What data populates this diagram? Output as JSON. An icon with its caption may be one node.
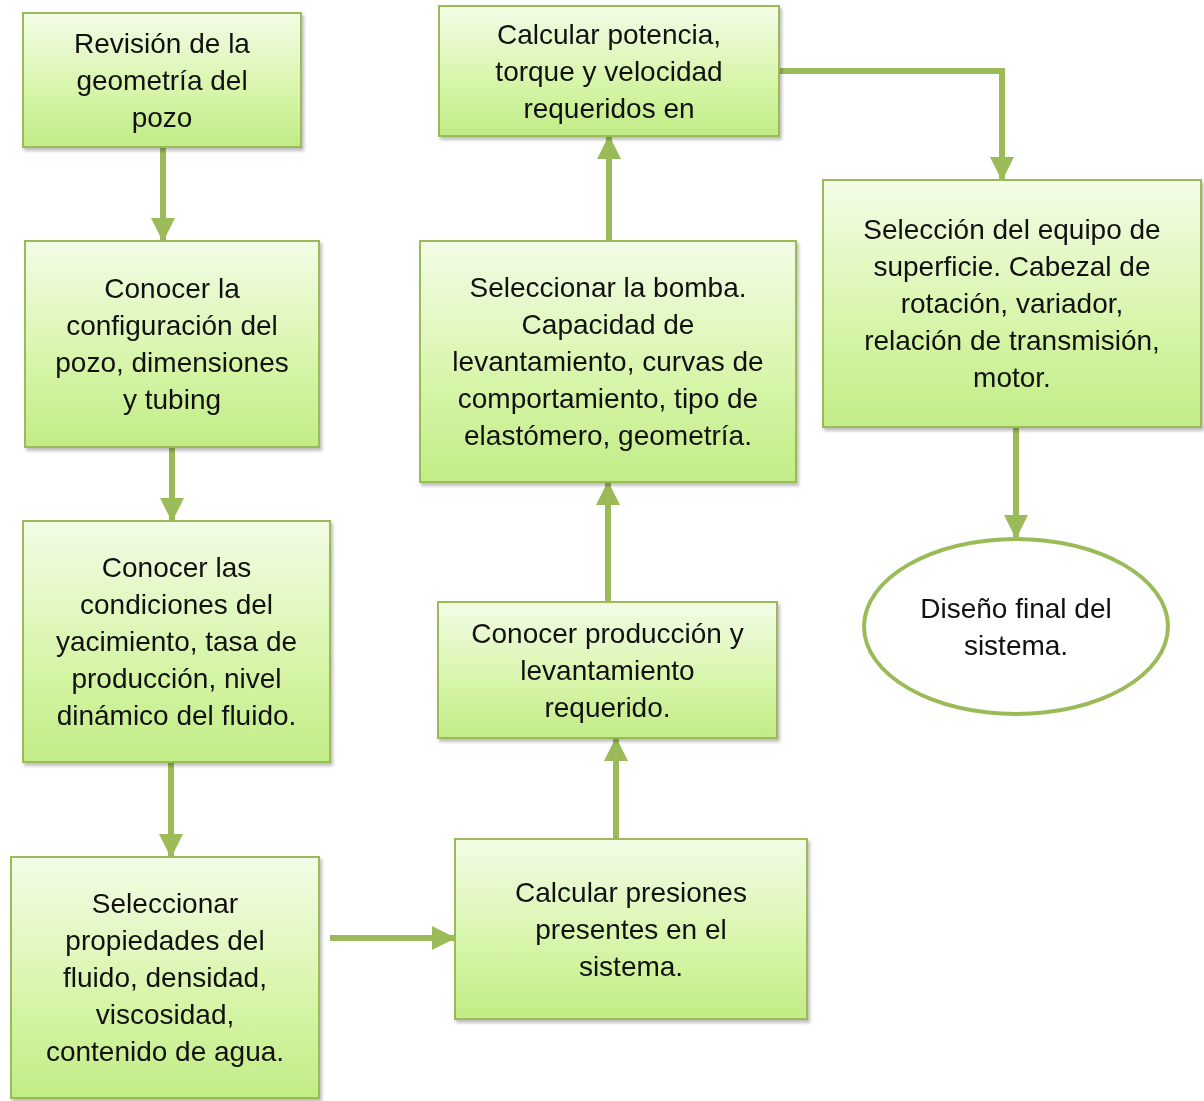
{
  "diagram": {
    "nodes": [
      {
        "text": [
          "Revisión de la geometría del pozo"
        ]
      },
      {
        "text": [
          "Conocer la configuración del pozo, dimensiones y tubing"
        ]
      },
      {
        "text": [
          "Conocer las condiciones del yacimiento, tasa de producción, nivel dinámico del fluido."
        ]
      },
      {
        "text": [
          "Seleccionar propiedades del fluido, densidad, viscosidad, contenido de agua."
        ]
      },
      {
        "text": [
          "Calcular presiones presentes en el sistema."
        ]
      },
      {
        "text": [
          "Conocer producción y levantamiento requerido."
        ]
      },
      {
        "text": [
          "Seleccionar la bomba. Capacidad de levantamiento, curvas de comportamiento, tipo de elastómero, geometría."
        ]
      },
      {
        "text": [
          "Calcular potencia, torque y velocidad requeridos en"
        ]
      },
      {
        "text": [
          "Selección del equipo de superficie. Cabezal de rotación, variador, relación de transmisión, motor."
        ]
      },
      {
        "text": [
          "Diseño final del sistema."
        ]
      }
    ],
    "edges": [
      {
        "from": 0,
        "to": 1,
        "arrow": "to"
      },
      {
        "from": 1,
        "to": 2,
        "arrow": "to"
      },
      {
        "from": 2,
        "to": 3,
        "arrow": "to"
      },
      {
        "from": 3,
        "to": 4,
        "arrow": "to"
      },
      {
        "from": 4,
        "to": 5,
        "arrow": "to"
      },
      {
        "from": 5,
        "to": 6,
        "arrow": "to"
      },
      {
        "from": 6,
        "to": 7,
        "arrow": "to"
      },
      {
        "from": 7,
        "to": 8,
        "arrow": "to"
      },
      {
        "from": 8,
        "to": 9,
        "arrow": "to"
      }
    ]
  }
}
